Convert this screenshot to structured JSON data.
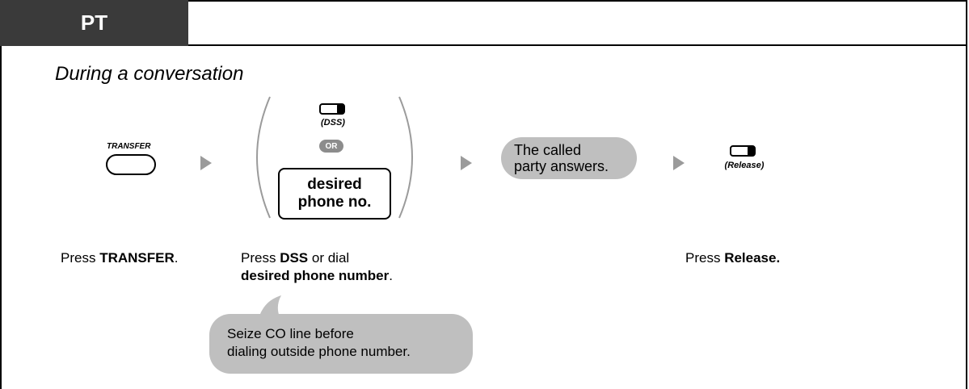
{
  "tab": {
    "label": "PT"
  },
  "heading": "During a conversation",
  "transfer_key": {
    "label": "TRANSFER"
  },
  "dss_key": {
    "label": "(DSS)"
  },
  "or_badge": "OR",
  "phone_box": {
    "line1": "desired",
    "line2": "phone no."
  },
  "called_party": {
    "line1": "The called",
    "line2": "party answers."
  },
  "release_key": {
    "label": "(Release)"
  },
  "steps": {
    "transfer": {
      "prefix": "Press ",
      "bold": "TRANSFER",
      "suffix": "."
    },
    "dss": {
      "prefix": "Press ",
      "bold1": "DSS",
      "middle": " or dial",
      "bold2": "desired phone number",
      "suffix": "."
    },
    "release": {
      "prefix": "Press ",
      "bold": "Release."
    }
  },
  "note": {
    "line1": "Seize CO line before",
    "line2": "dialing outside phone number."
  },
  "colors": {
    "tab_bg": "#3a3a3a",
    "bubble_bg": "#bfbfbf",
    "arrow": "#9b9b9b",
    "or_bg": "#8c8c8c"
  }
}
